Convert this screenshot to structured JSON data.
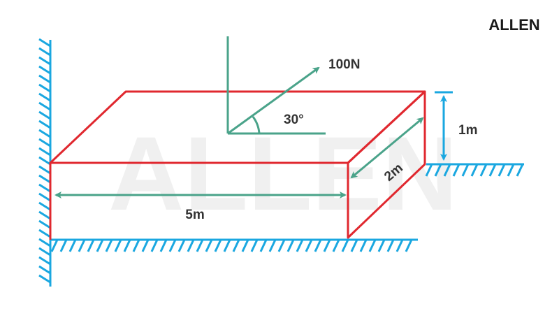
{
  "logo": {
    "text": "ALLEN"
  },
  "watermark": {
    "text": "ALLEN"
  },
  "labels": {
    "force": "100N",
    "angle": "30°",
    "height": "1m",
    "depth": "2m",
    "length": "5m"
  },
  "colors": {
    "outline": "#e0282f",
    "dimension": "#4aa38a",
    "height_arrow": "#1aa7e0",
    "ground": "#1aa7e0",
    "axes": "#4aa38a",
    "text": "#333333"
  }
}
